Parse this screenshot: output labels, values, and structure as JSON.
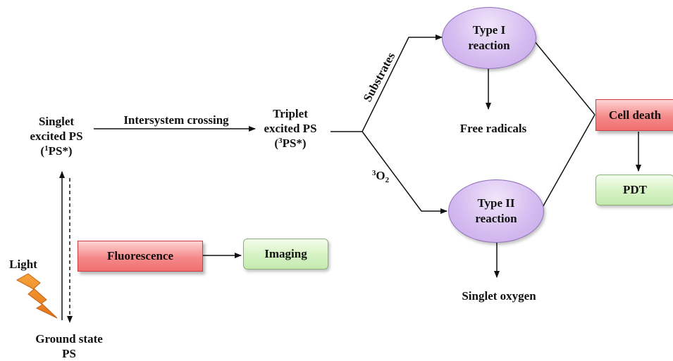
{
  "nodes": {
    "singlet": {
      "line1": "Singlet",
      "line2": "excited PS",
      "line3_open": "(",
      "line3_sup": "1",
      "line3_main": "PS*)"
    },
    "triplet": {
      "line1": "Triplet",
      "line2": "excited PS",
      "line3_open": "(",
      "line3_sup": "3",
      "line3_main": "PS*)"
    },
    "ground": {
      "line1": "Ground state",
      "line2": "PS"
    },
    "type1": {
      "line1": "Type I",
      "line2": "reaction"
    },
    "type2": {
      "line1": "Type II",
      "line2": "reaction"
    },
    "fluorescence": "Fluorescence",
    "imaging": "Imaging",
    "cell_death": "Cell death",
    "pdt": "PDT",
    "free_radicals": "Free radicals",
    "singlet_oxygen": "Singlet oxygen",
    "light": "Light"
  },
  "edge_labels": {
    "isc": "Intersystem crossing",
    "substrates": "Substrates",
    "oxygen_sup": "3",
    "oxygen_main": "O",
    "oxygen_sub": "2"
  },
  "icons": {
    "light": "lightning-bolt-icon"
  },
  "colors": {
    "red_box": "#f58a8a",
    "green_box": "#d5f2c2",
    "oval": "#d6bdf0",
    "lightning": "#f08a1c",
    "line": "#111111"
  }
}
